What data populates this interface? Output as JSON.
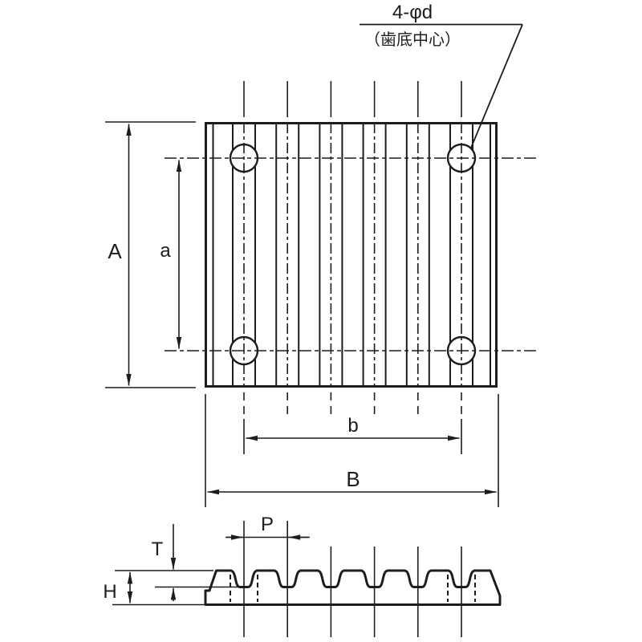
{
  "page": {
    "background": "#ffffff",
    "line_color": "#1d1d1d"
  },
  "callout": {
    "quantity_spec": "4-φd",
    "note": "（歯底中心）"
  },
  "dimension_labels": {
    "overall_height": "A",
    "hole_span_vertical": "a",
    "hole_span_horizontal": "b",
    "overall_width": "B",
    "pitch": "P",
    "tooth_depth": "T",
    "total_thickness": "H"
  },
  "figure_facts": {
    "hole_count": 4,
    "tooth_valley_centerlines": 6,
    "tooth_crests": 7
  }
}
